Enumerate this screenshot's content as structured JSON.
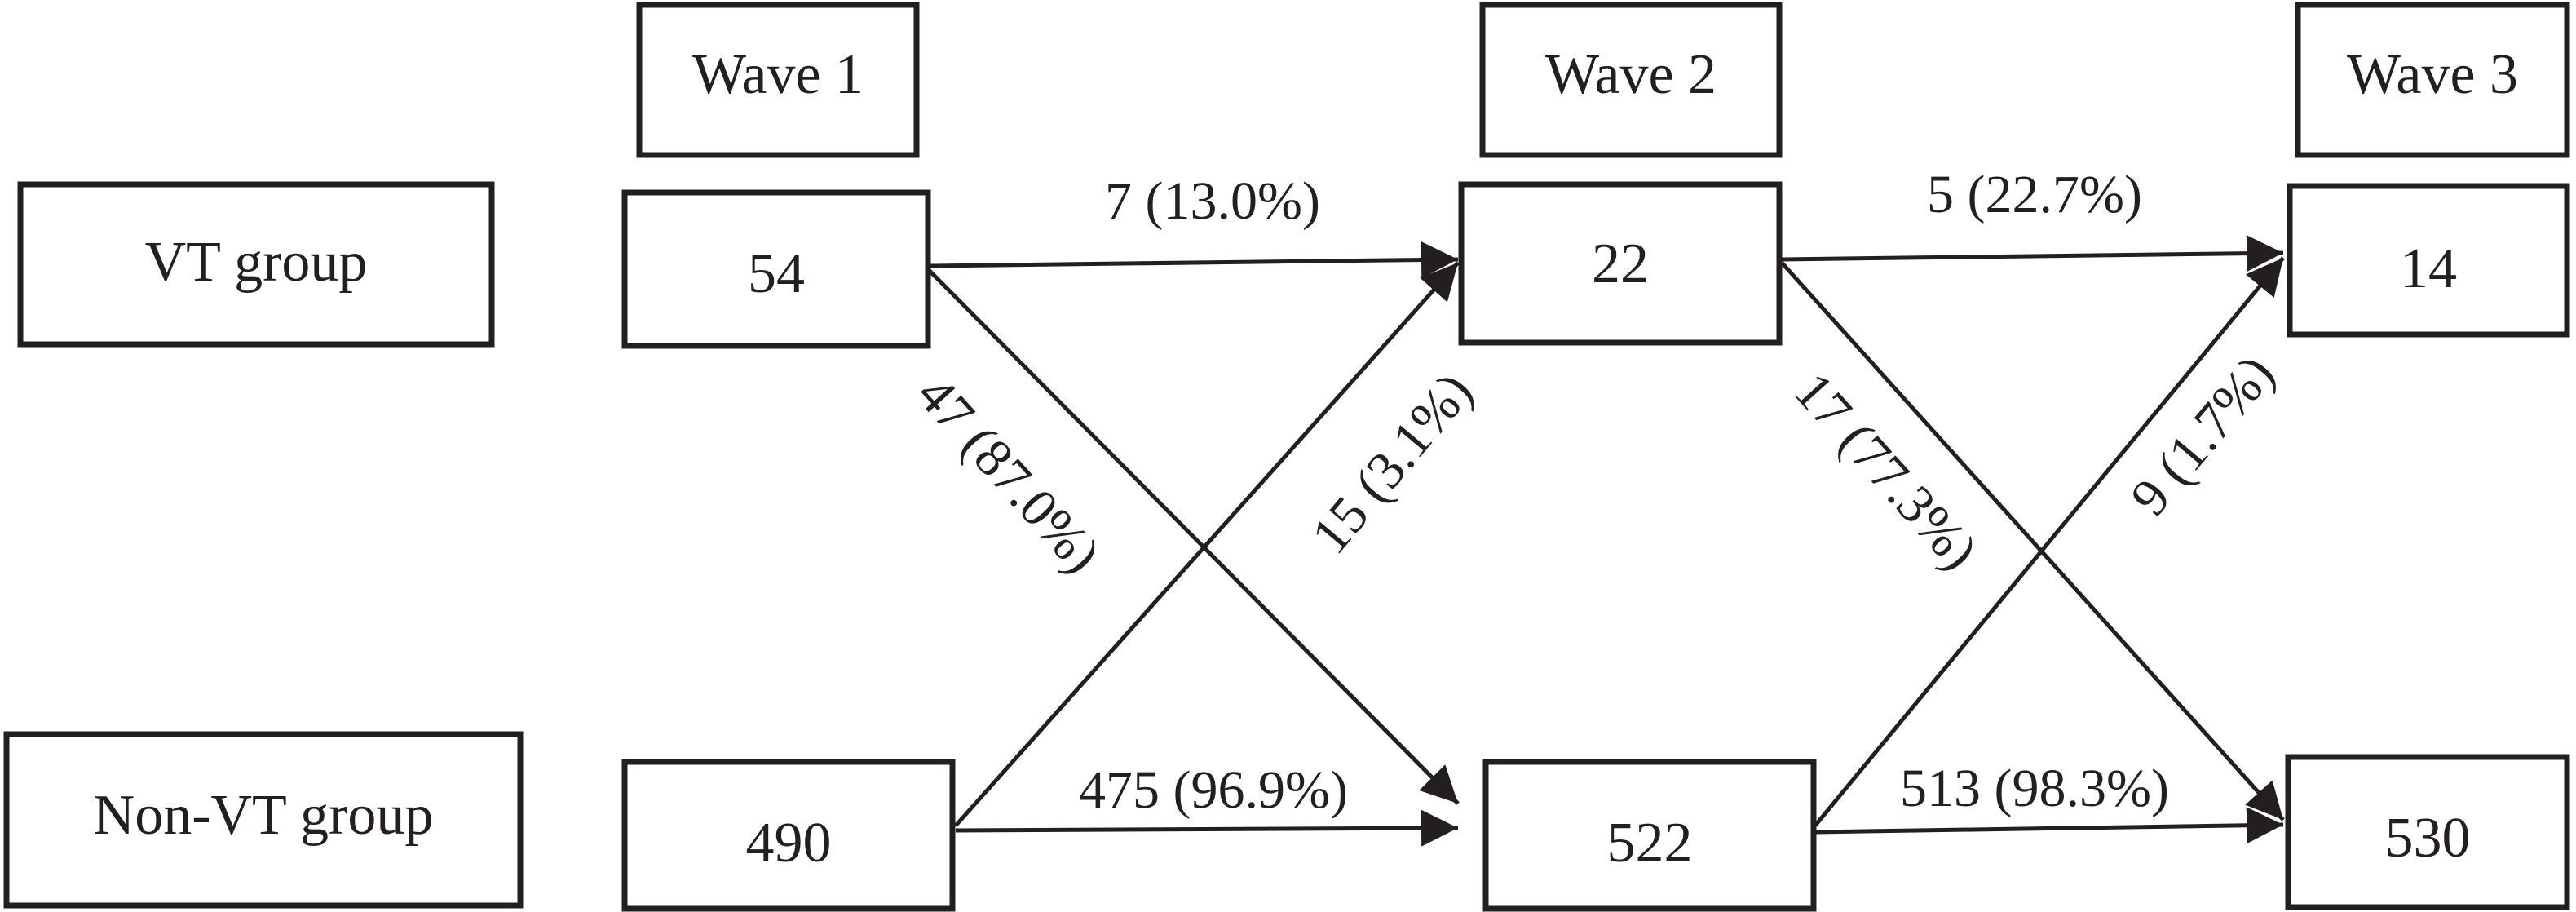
{
  "waves": [
    "Wave 1",
    "Wave 2",
    "Wave 3"
  ],
  "groups": {
    "vt": "VT group",
    "nonvt": "Non-VT group"
  },
  "counts": {
    "vt": [
      "54",
      "22",
      "14"
    ],
    "nonvt": [
      "490",
      "522",
      "530"
    ]
  },
  "transitions": {
    "w1_vt_to_vt": "7 (13.0%)",
    "w1_vt_to_nonvt": "47 (87.0%)",
    "w1_nonvt_to_vt": "15 (3.1%)",
    "w1_nonvt_to_nonvt": "475 (96.9%)",
    "w2_vt_to_vt": "5 (22.7%)",
    "w2_vt_to_nonvt": "17 (77.3%)",
    "w2_nonvt_to_vt": "9 (1.7%)",
    "w2_nonvt_to_nonvt": "513 (98.3%)"
  },
  "colors": {
    "ink": "#231f20",
    "background": "#ffffff"
  }
}
